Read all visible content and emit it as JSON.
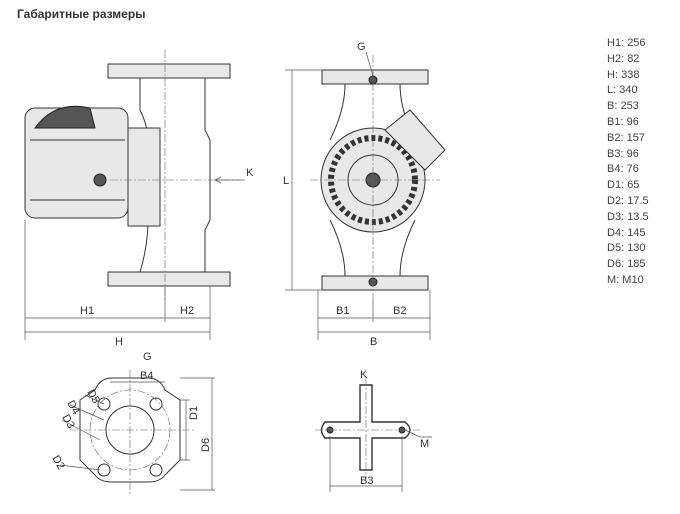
{
  "title": "Габаритные размеры",
  "specs": [
    {
      "label": "H1",
      "value": "256"
    },
    {
      "label": "H2",
      "value": "82"
    },
    {
      "label": "H",
      "value": "338"
    },
    {
      "label": "L",
      "value": "340"
    },
    {
      "label": "B",
      "value": "253"
    },
    {
      "label": "B1",
      "value": "96"
    },
    {
      "label": "B2",
      "value": "157"
    },
    {
      "label": "B3",
      "value": "96"
    },
    {
      "label": "B4",
      "value": "76"
    },
    {
      "label": "D1",
      "value": "65"
    },
    {
      "label": "D2",
      "value": "17.5"
    },
    {
      "label": "D3",
      "value": "13.5"
    },
    {
      "label": "D4",
      "value": "145"
    },
    {
      "label": "D5",
      "value": "130"
    },
    {
      "label": "D6",
      "value": "185"
    },
    {
      "label": "M",
      "value": "M10"
    }
  ],
  "drawing_labels": {
    "side": {
      "k": "K",
      "h1": "H1",
      "h2": "H2",
      "h": "H"
    },
    "front": {
      "g": "G",
      "l": "L",
      "b1": "B1",
      "b2": "B2",
      "b": "B"
    },
    "flange": {
      "g": "G",
      "b4": "B4",
      "d1": "D1",
      "d6": "D6",
      "d5": "D5",
      "d4": "D4",
      "d3": "D3",
      "d2": "D2"
    },
    "gasket": {
      "k": "K",
      "m": "M",
      "b3": "B3"
    }
  }
}
